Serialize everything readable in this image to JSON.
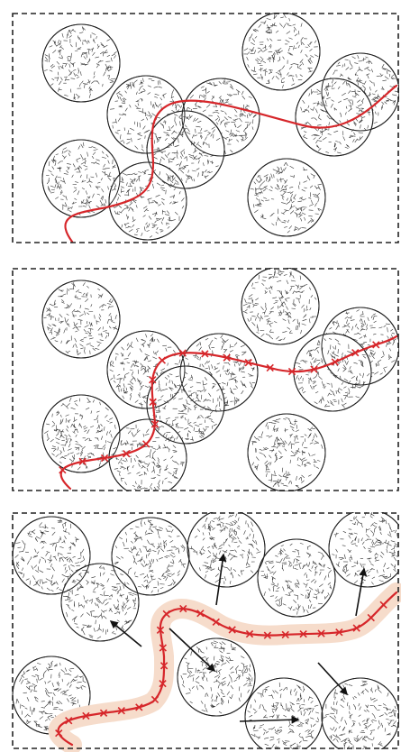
{
  "figure": {
    "panels": [
      {
        "id": "panel-1",
        "path_style": "plain"
      },
      {
        "id": "panel-2",
        "path_style": "sampled"
      },
      {
        "id": "panel-3",
        "path_style": "sampled-with-corridor"
      }
    ],
    "colors": {
      "path": "#d6262a",
      "corridor": "#f6dccb",
      "obstacle_stroke": "#222222",
      "speckle": "#333333",
      "frame": "#222222",
      "arrow": "#111111"
    },
    "icons": {
      "obstacle": "speckled-circle",
      "sample": "x-marker",
      "displacement": "arrow"
    }
  }
}
